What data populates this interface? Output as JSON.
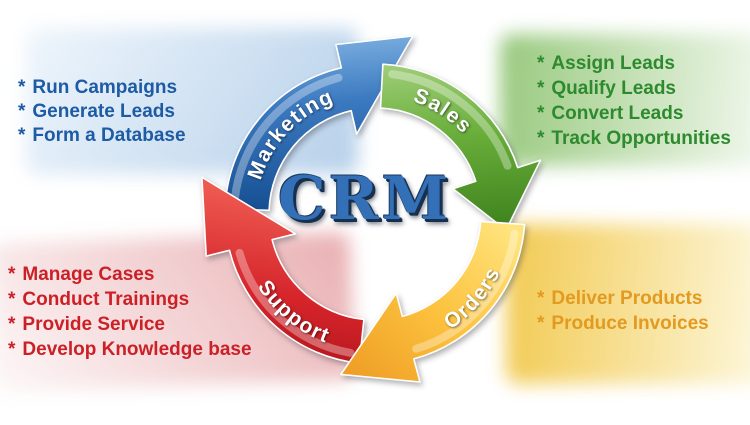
{
  "title": "CRM",
  "title_color": "#3470b8",
  "bullet": "*",
  "arrow_label_color": "#ffffff",
  "segments": [
    {
      "id": "marketing",
      "label": "Marketing",
      "items": [
        "Run Campaigns",
        "Generate Leads",
        "Form a Database"
      ],
      "text_color": "#1d5ba4",
      "arrow_colors": [
        "#9fcdf2",
        "#3b79c0",
        "#175093"
      ],
      "panel": {
        "from": "#eff6fc",
        "to": "#b6d0ea"
      }
    },
    {
      "id": "sales",
      "label": "Sales",
      "items": [
        "Assign Leads",
        "Qualify Leads",
        "Convert Leads",
        "Track Opportunities"
      ],
      "text_color": "#2e8a2e",
      "arrow_colors": [
        "#b8dc95",
        "#69ae3a",
        "#397d1a"
      ],
      "panel": {
        "from": "#98c97e",
        "to": "#f1f8ed"
      }
    },
    {
      "id": "orders",
      "label": "Orders",
      "items": [
        "Deliver Products",
        "Produce Invoices"
      ],
      "text_color": "#e29a20",
      "arrow_colors": [
        "#ffe47e",
        "#fcc23e",
        "#ee9c24"
      ],
      "panel": {
        "from": "#f2ca52",
        "to": "#fdf7dc"
      }
    },
    {
      "id": "support",
      "label": "Support",
      "items": [
        "Manage Cases",
        "Conduct Trainings",
        "Provide Service",
        "Develop Knowledge base"
      ],
      "text_color": "#cc2027",
      "arrow_colors": [
        "#ee5a50",
        "#d5232a",
        "#9e1015"
      ],
      "panel": {
        "from": "#e9afb2",
        "to": "#fdf8f8"
      }
    }
  ]
}
